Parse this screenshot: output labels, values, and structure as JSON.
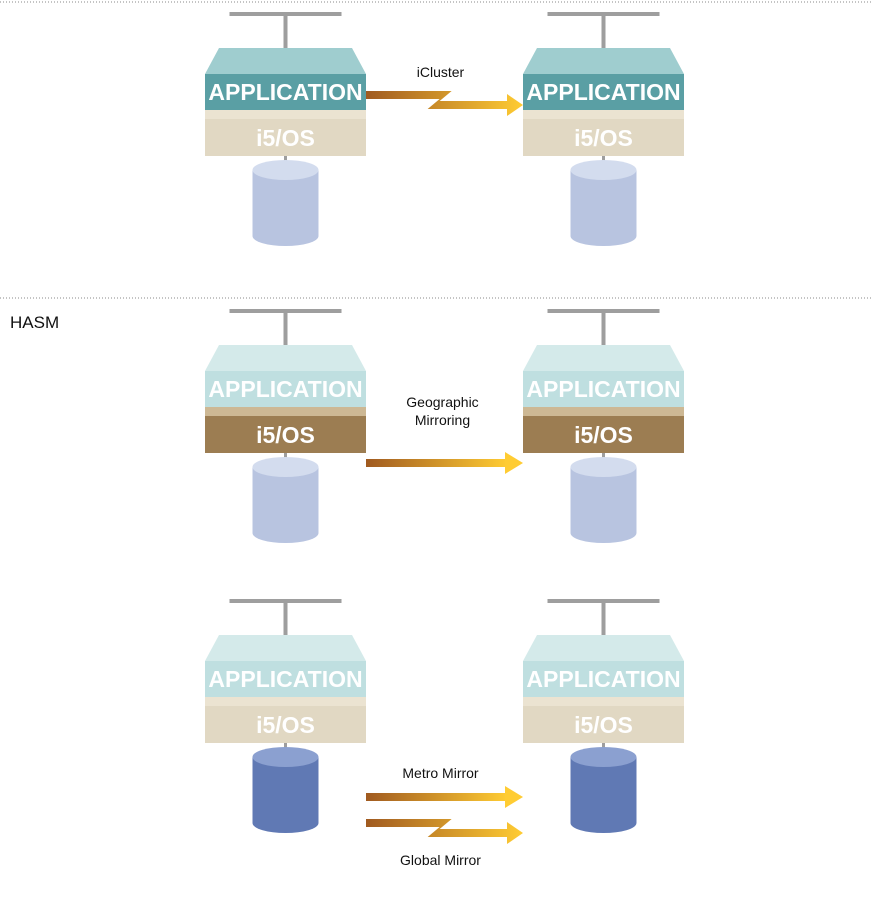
{
  "sections": [
    {
      "label": "",
      "tiers": [
        {
          "left": {
            "app": "APPLICATION",
            "os": "i5/OS",
            "highlight": "app"
          },
          "right": {
            "app": "APPLICATION",
            "os": "i5/OS",
            "highlight": "app"
          },
          "links": [
            {
              "label": "iCluster",
              "style": "lightning",
              "level": "app"
            }
          ]
        }
      ]
    },
    {
      "label": "HASM",
      "tiers": [
        {
          "left": {
            "app": "APPLICATION",
            "os": "i5/OS",
            "highlight": "os"
          },
          "right": {
            "app": "APPLICATION",
            "os": "i5/OS",
            "highlight": "os"
          },
          "links": [
            {
              "label": "Geographic\nMirroring",
              "style": "straight",
              "level": "os"
            }
          ]
        },
        {
          "left": {
            "app": "APPLICATION",
            "os": "i5/OS",
            "highlight": "storage"
          },
          "right": {
            "app": "APPLICATION",
            "os": "i5/OS",
            "highlight": "storage"
          },
          "links": [
            {
              "label": "Metro Mirror",
              "style": "straight",
              "level": "storage-top"
            },
            {
              "label": "Global  Mirror",
              "style": "lightning",
              "level": "storage-bottom"
            }
          ]
        }
      ]
    }
  ],
  "colors": {
    "app_active": "#5a9fa4",
    "app_active_top": "#9fcdcf",
    "app_faded": "#bfdfe0",
    "app_faded_top": "#d4eaea",
    "os_active": "#9c7d52",
    "os_active_top": "#cdb894",
    "os_faded": "#e1d8c3",
    "os_faded_top": "#ebe3d1",
    "disk_active": "#6079b4",
    "disk_active_top": "#8ba0d0",
    "disk_faded": "#b8c4e0",
    "disk_faded_top": "#d3dcee",
    "pole": "#9e9e9e",
    "arrow_start": "#a05a20",
    "arrow_end": "#ffcc33"
  }
}
